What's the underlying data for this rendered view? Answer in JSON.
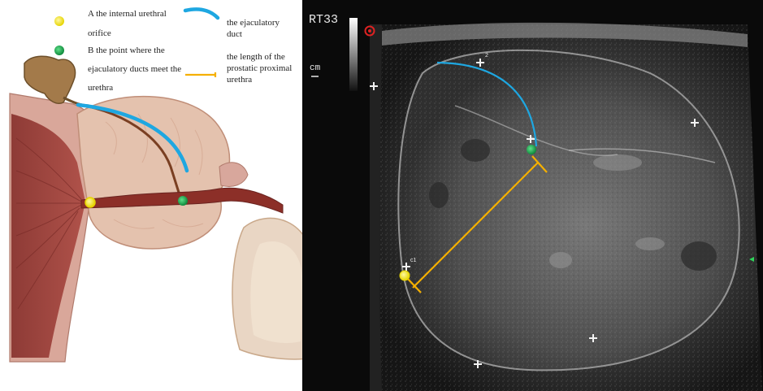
{
  "legend": {
    "point_a_line1": "A  the internal urethral",
    "point_a_line2": "orifice",
    "point_b_line1": "B   the point where the",
    "point_b_line2": "ejaculatory ducts meet the",
    "point_b_line3": "urethra",
    "duct_line1": "the ejaculatory",
    "duct_line2": "duct",
    "length_line1": "the length of the",
    "length_line2": "prostatic proximal",
    "length_line3": "urethra"
  },
  "ultrasound": {
    "scanner_id": "RT33",
    "unit_label": "cm"
  },
  "colors": {
    "point_a": "#f2e600",
    "point_b": "#1aa64b",
    "ejaculatory_duct": "#1ea7e1",
    "urethra_length": "#f5b000"
  }
}
